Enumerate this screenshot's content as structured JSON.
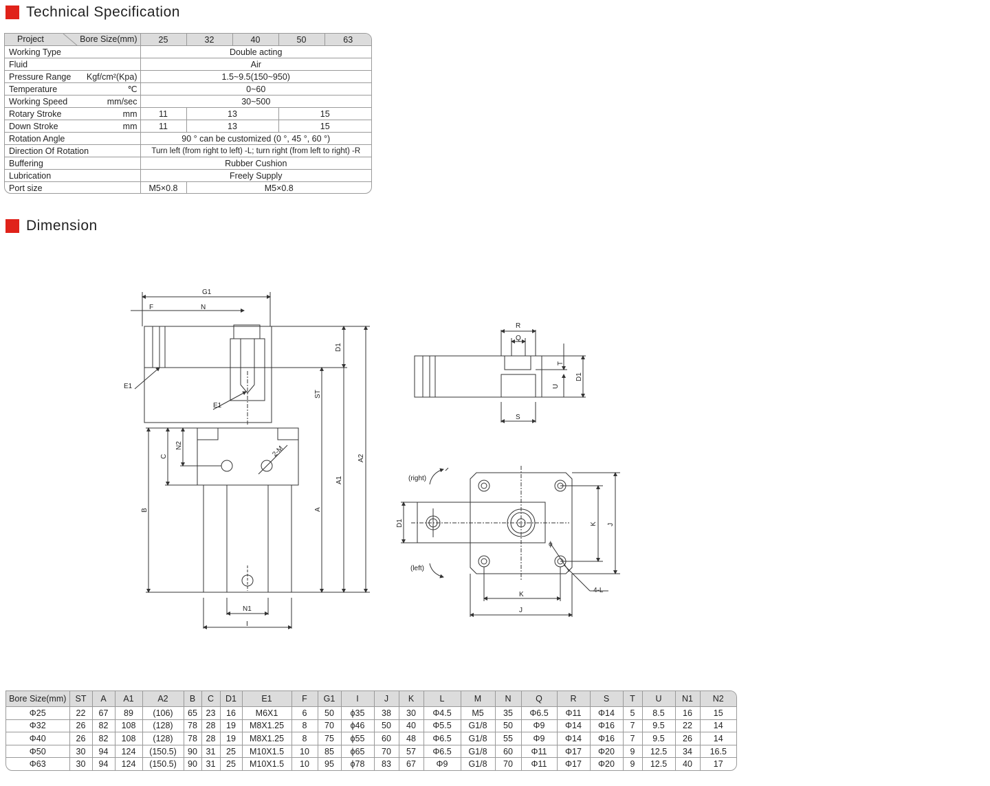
{
  "section1": {
    "title": "Technical Specification"
  },
  "section2": {
    "title": "Dimension"
  },
  "spec": {
    "header": {
      "project": "Project",
      "bore": "Bore Size(mm)",
      "sizes": [
        "25",
        "32",
        "40",
        "50",
        "63"
      ]
    },
    "rows": {
      "working_type": {
        "label": "Working Type",
        "unit": "",
        "value": "Double acting"
      },
      "fluid": {
        "label": "Fluid",
        "unit": "",
        "value": "Air"
      },
      "pressure": {
        "label": "Pressure Range",
        "unit": "Kgf/cm²(Kpa)",
        "value": "1.5~9.5(150~950)"
      },
      "temperature": {
        "label": "Temperature",
        "unit": "℃",
        "value": "0~60"
      },
      "speed": {
        "label": "Working Speed",
        "unit": "mm/sec",
        "value": "30~500"
      },
      "rotary": {
        "label": "Rotary Stroke",
        "unit": "mm",
        "v1": "11",
        "v2": "13",
        "v3": "15"
      },
      "down": {
        "label": "Down Stroke",
        "unit": "mm",
        "v1": "11",
        "v2": "13",
        "v3": "15"
      },
      "angle": {
        "label": "Rotation Angle",
        "unit": "",
        "value": "90 ° can be customized (0 °, 45 °, 60 °)"
      },
      "direction": {
        "label": "Direction Of Rotation",
        "unit": "",
        "value": "Turn left (from right to left) -L; turn right (from left to right) -R"
      },
      "buffering": {
        "label": "Buffering",
        "unit": "",
        "value": "Rubber Cushion"
      },
      "lubrication": {
        "label": "Lubrication",
        "unit": "",
        "value": "Freely Supply"
      },
      "port": {
        "label": "Port size",
        "unit": "",
        "v1": "M5×0.8",
        "v2": "M5×0.8"
      }
    }
  },
  "drawing_labels": {
    "G1": "G1",
    "F": "F",
    "N": "N",
    "D1": "D1",
    "E1": "E1",
    "ST": "ST",
    "A2": "A2",
    "A1": "A1",
    "A": "A",
    "B": "B",
    "C": "C",
    "N2": "N2",
    "M2": "2-M",
    "N1": "N1",
    "I": "I",
    "R": "R",
    "Q": "Q",
    "T": "T",
    "U": "U",
    "S": "S",
    "K": "K",
    "J": "J",
    "L4": "4-L",
    "right": "(right)",
    "left": "(left)",
    "phi": "ϕ"
  },
  "dim_table": {
    "headers": [
      "Bore Size(mm)",
      "ST",
      "A",
      "A1",
      "A2",
      "B",
      "C",
      "D1",
      "E1",
      "F",
      "G1",
      "I",
      "J",
      "K",
      "L",
      "M",
      "N",
      "Q",
      "R",
      "S",
      "T",
      "U",
      "N1",
      "N2"
    ],
    "rows": [
      [
        "Φ25",
        "22",
        "67",
        "89",
        "(106)",
        "65",
        "23",
        "16",
        "M6X1",
        "6",
        "50",
        "ϕ35",
        "38",
        "30",
        "Φ4.5",
        "M5",
        "35",
        "Φ6.5",
        "Φ11",
        "Φ14",
        "5",
        "8.5",
        "16",
        "15"
      ],
      [
        "Φ32",
        "26",
        "82",
        "108",
        "(128)",
        "78",
        "28",
        "19",
        "M8X1.25",
        "8",
        "70",
        "ϕ46",
        "50",
        "40",
        "Φ5.5",
        "G1/8",
        "50",
        "Φ9",
        "Φ14",
        "Φ16",
        "7",
        "9.5",
        "22",
        "14"
      ],
      [
        "Φ40",
        "26",
        "82",
        "108",
        "(128)",
        "78",
        "28",
        "19",
        "M8X1.25",
        "8",
        "75",
        "ϕ55",
        "60",
        "48",
        "Φ6.5",
        "G1/8",
        "55",
        "Φ9",
        "Φ14",
        "Φ16",
        "7",
        "9.5",
        "26",
        "14"
      ],
      [
        "Φ50",
        "30",
        "94",
        "124",
        "(150.5)",
        "90",
        "31",
        "25",
        "M10X1.5",
        "10",
        "85",
        "ϕ65",
        "70",
        "57",
        "Φ6.5",
        "G1/8",
        "60",
        "Φ11",
        "Φ17",
        "Φ20",
        "9",
        "12.5",
        "34",
        "16.5"
      ],
      [
        "Φ63",
        "30",
        "94",
        "124",
        "(150.5)",
        "90",
        "31",
        "25",
        "M10X1.5",
        "10",
        "95",
        "ϕ78",
        "83",
        "67",
        "Φ9",
        "G1/8",
        "70",
        "Φ11",
        "Φ17",
        "Φ20",
        "9",
        "12.5",
        "40",
        "17"
      ]
    ]
  }
}
